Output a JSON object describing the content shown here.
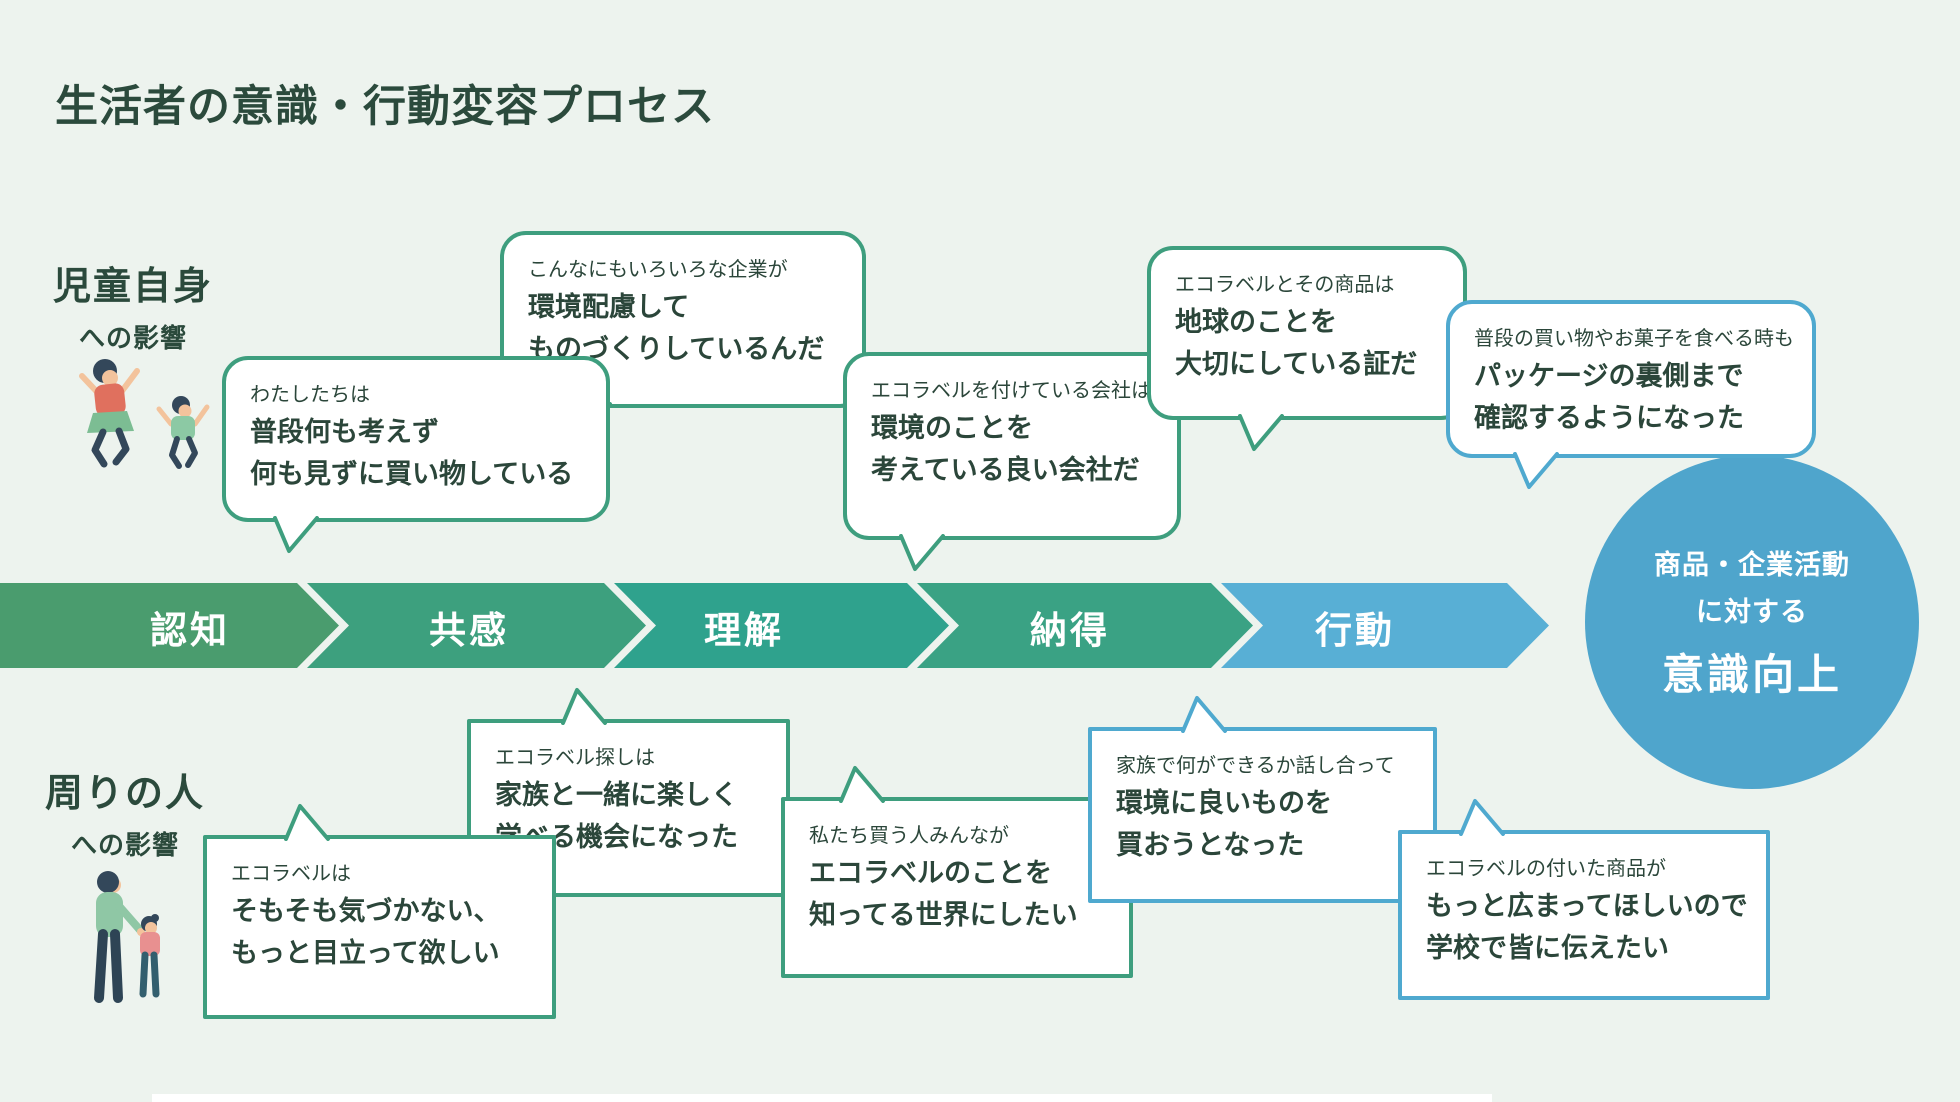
{
  "title": "生活者の意識・行動変容プロセス",
  "colors": {
    "background": "#edf3ee",
    "text_dark": "#2b463a",
    "bubble_border_green": "#3E9E7E",
    "bubble_border_blue": "#4FA9CF",
    "goal_circle": "#4FA5CC"
  },
  "sections": {
    "children": {
      "label": "児童自身",
      "sublabel": "への影響"
    },
    "surrounding": {
      "label": "周りの人",
      "sublabel": "への影響"
    }
  },
  "process": {
    "stages": [
      {
        "label": "認知",
        "color": "#4A9C6E"
      },
      {
        "label": "共感",
        "color": "#3DA07E"
      },
      {
        "label": "理解",
        "color": "#2FA28D"
      },
      {
        "label": "納得",
        "color": "#3AA284"
      },
      {
        "label": "行動",
        "color": "#58AFD5"
      }
    ],
    "goal": {
      "line1": "商品・企業活動",
      "line2": "に対する",
      "line3": "意識向上"
    }
  },
  "bubbles_top": [
    {
      "intro": "わたしたちは",
      "lines": [
        "普段何も考えず",
        "何も見ずに買い物している"
      ]
    },
    {
      "intro": "こんなにもいろいろな企業が",
      "lines": [
        "環境配慮して",
        "ものづくりしているんだ"
      ]
    },
    {
      "intro": "エコラベルを付けている会社は",
      "lines": [
        "環境のことを",
        "考えている良い会社だ"
      ]
    },
    {
      "intro": "エコラベルとその商品は",
      "lines": [
        "地球のことを",
        "大切にしている証だ"
      ]
    },
    {
      "intro": "普段の買い物やお菓子を食べる時も",
      "lines": [
        "パッケージの裏側まで",
        "確認するようになった"
      ]
    }
  ],
  "bubbles_bottom": [
    {
      "intro": "エコラベルは",
      "lines": [
        "そもそも気づかない、",
        "もっと目立って欲しい"
      ]
    },
    {
      "intro": "エコラベル探しは",
      "lines": [
        "家族と一緒に楽しく",
        "学べる機会になった"
      ]
    },
    {
      "intro": "私たち買う人みんなが",
      "lines": [
        "エコラベルのことを",
        "知ってる世界にしたい"
      ]
    },
    {
      "intro": "家族で何ができるか話し合って",
      "lines": [
        "環境に良いものを",
        "買おうとなった"
      ]
    },
    {
      "intro": "エコラベルの付いた商品が",
      "lines": [
        "もっと広まってほしいので",
        "学校で皆に伝えたい"
      ]
    }
  ]
}
